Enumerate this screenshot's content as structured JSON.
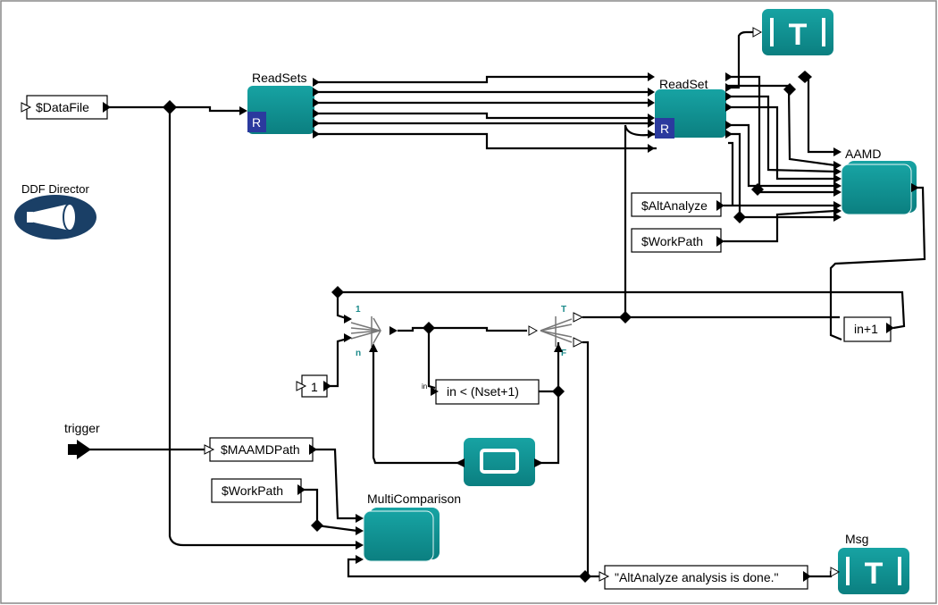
{
  "director": {
    "label": "DDF Director"
  },
  "actors": {
    "readsets": {
      "label": "ReadSets",
      "badge": "R"
    },
    "readset": {
      "label": "ReadSet",
      "badge": "R"
    },
    "aamd": {
      "label": "AAMD"
    },
    "multicomparison": {
      "label": "MultiComparison"
    },
    "msg": {
      "label": "Msg"
    },
    "display_top_glyph": "T",
    "display_msg_glyph": "T"
  },
  "parameters": {
    "datafile": "$DataFile",
    "altanalyze": "$AltAnalyze",
    "workpath_top": "$WorkPath",
    "maamdpath": "$MAAMDPath",
    "workpath_bottom": "$WorkPath",
    "const_one": "1",
    "expr_condition": "in < (Nset+1)",
    "expr_condition_port": "in",
    "expr_increment": "in+1",
    "message_string": "\"AltAnalyze analysis is done.\""
  },
  "ports": {
    "trigger": "trigger",
    "switch_top": "1",
    "switch_bottom": "n",
    "bool_true": "T",
    "bool_false": "F"
  },
  "colors": {
    "teal": "#0f8c8c",
    "director_navy": "#1a3f66",
    "badge_blue": "#2b3a9e"
  }
}
